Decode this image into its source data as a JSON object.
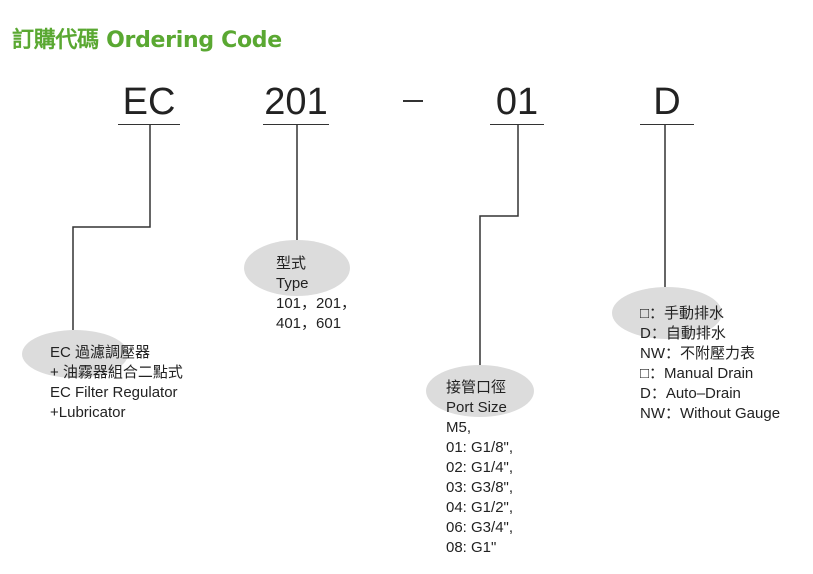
{
  "title": "訂購代碼 Ordering Code",
  "codes": {
    "model": "EC",
    "type": "201",
    "separator": "–",
    "port": "01",
    "drain": "D"
  },
  "descriptions": {
    "model": {
      "lines": [
        "EC 過濾調壓器",
        "+ 油霧器組合二點式",
        "EC Filter Regulator",
        "+Lubricator"
      ]
    },
    "type": {
      "lines": [
        "型式",
        "Type",
        "101，201，",
        "401，601"
      ]
    },
    "port": {
      "lines": [
        "接管口徑",
        "Port Size",
        "M5,",
        "01: G1/8\",",
        "02: G1/4\",",
        "03: G3/8\",",
        "04: G1/2\",",
        "06: G3/4\",",
        "08: G1\""
      ]
    },
    "drain": {
      "lines": [
        "□：手動排水",
        "D：自動排水",
        "NW：不附壓力表",
        "□：Manual Drain",
        "D：Auto–Drain",
        "NW：Without Gauge"
      ]
    }
  },
  "colors": {
    "title": "#5aa832",
    "bubble": "#dcdcdc",
    "text": "#222222"
  }
}
